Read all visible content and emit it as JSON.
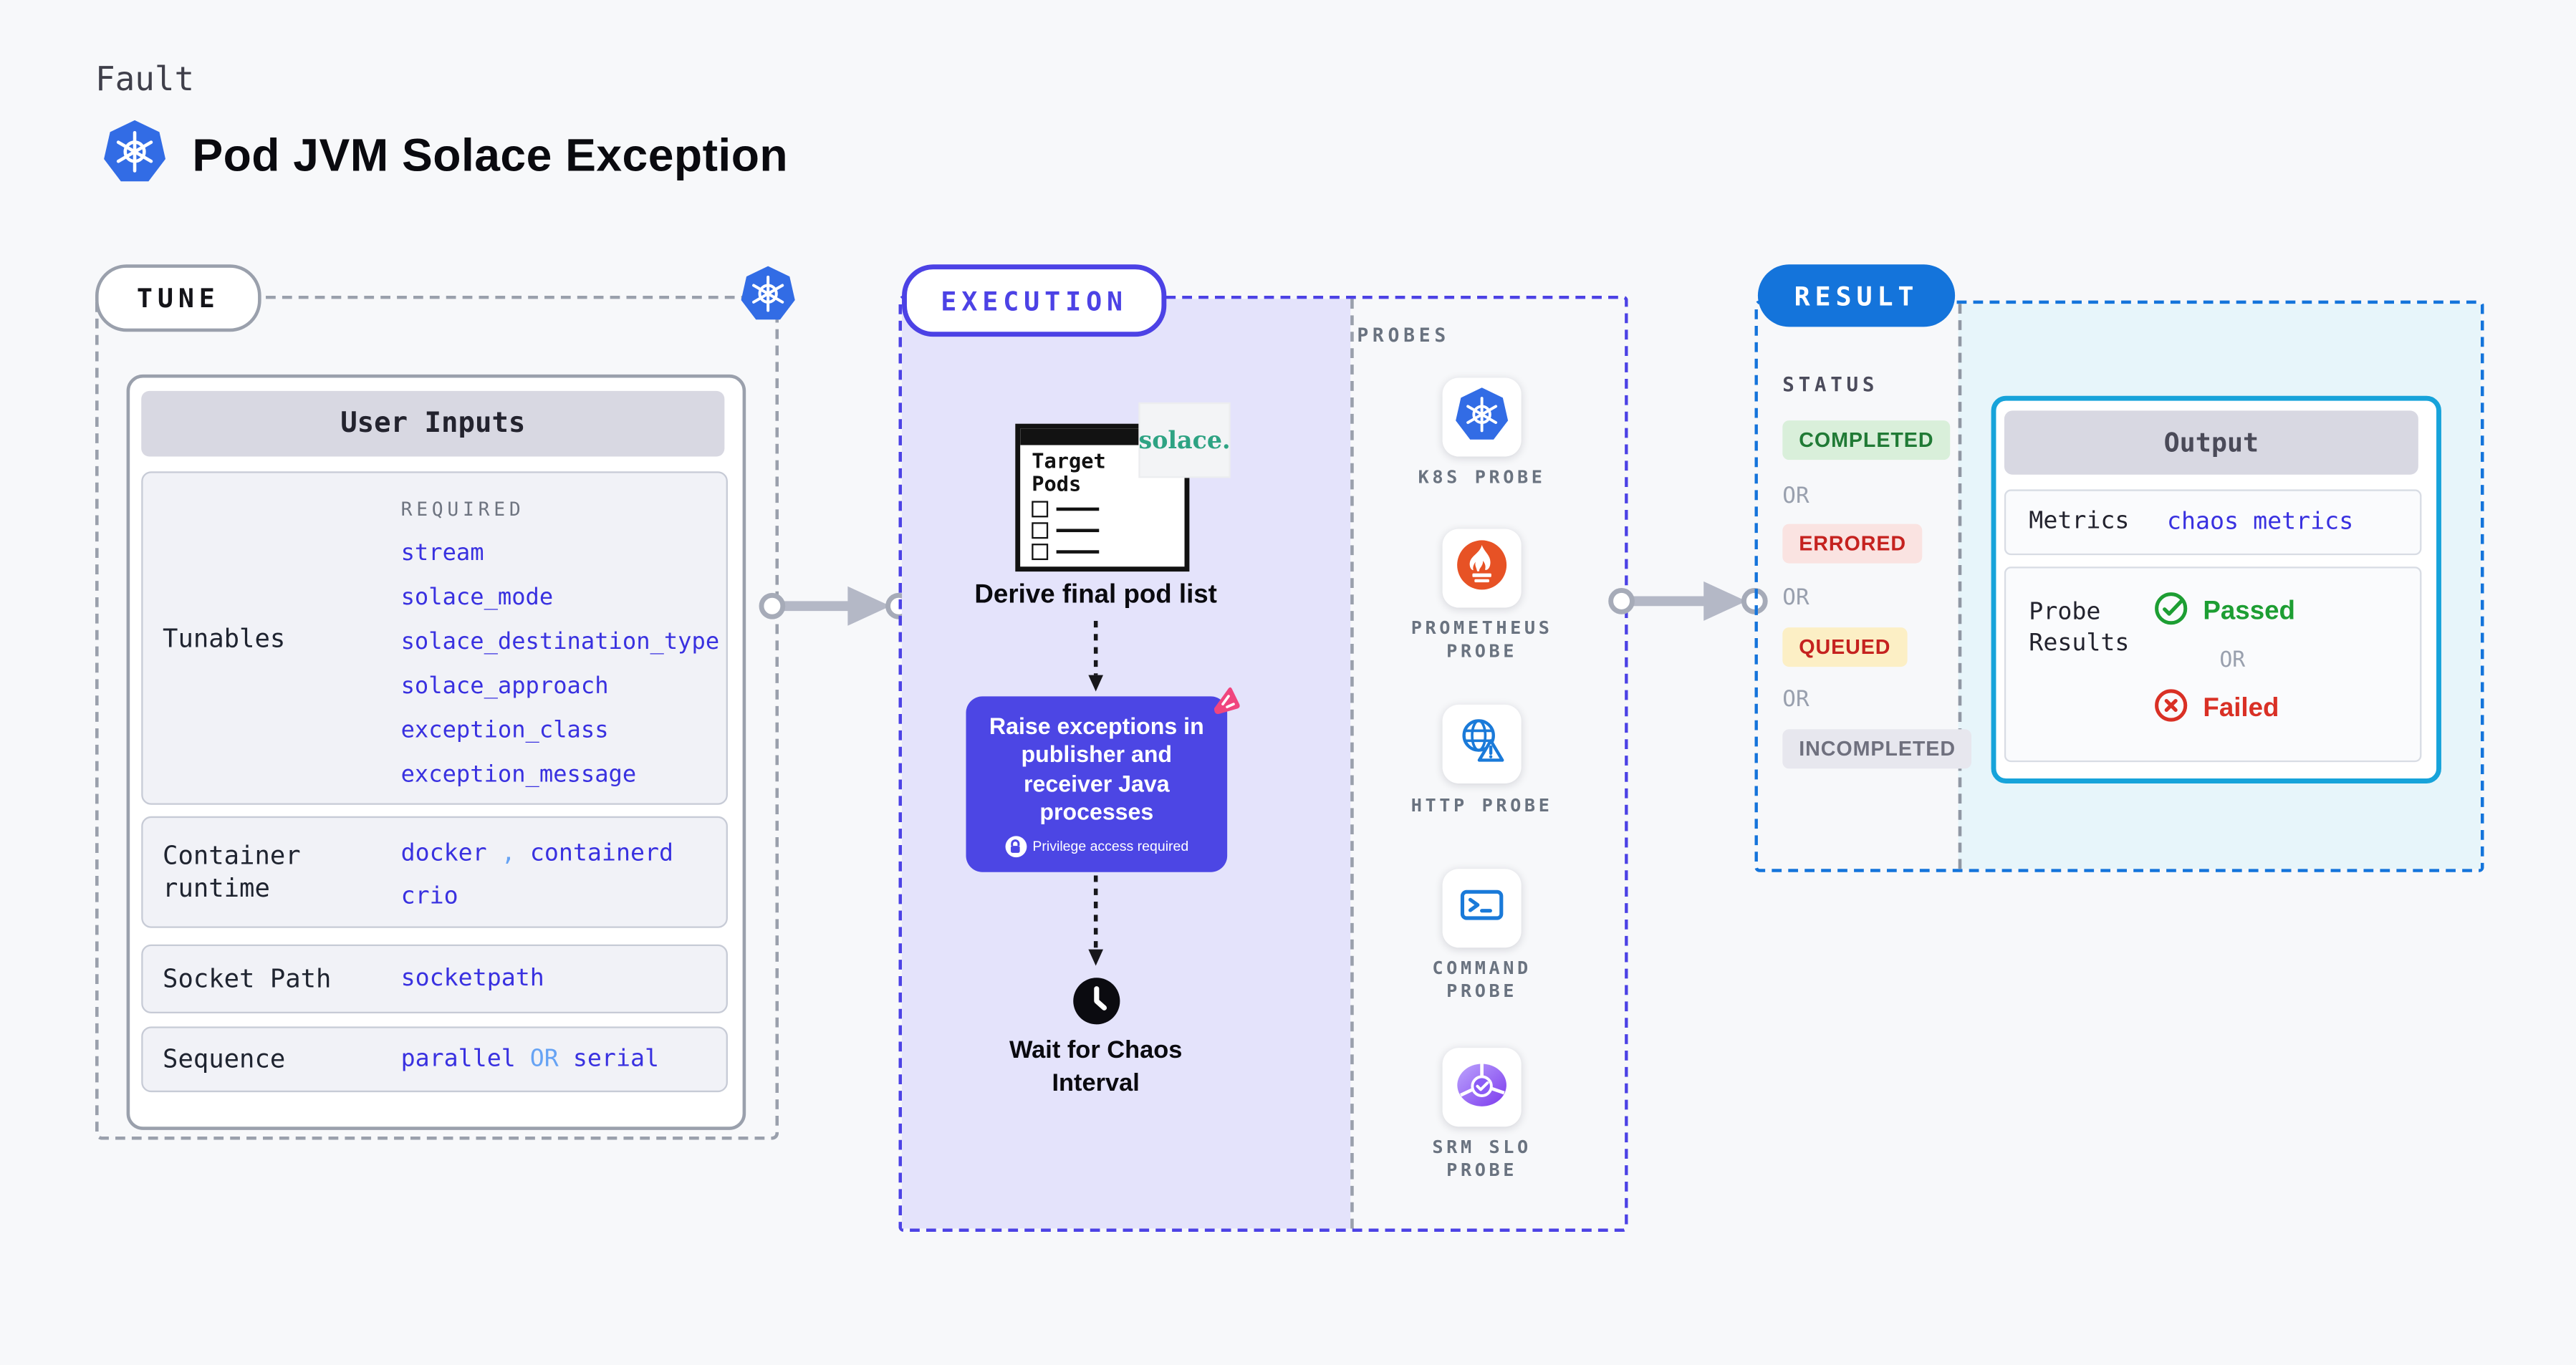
{
  "header": {
    "eyebrow": "Fault",
    "title": "Pod JVM Solace Exception"
  },
  "tune": {
    "badge": "TUNE",
    "panel_header": "User Inputs",
    "tunables": {
      "label": "Tunables",
      "required": "REQUIRED",
      "values": [
        "stream",
        "solace_mode",
        "solace_destination_type",
        "solace_approach",
        "exception_class",
        "exception_message"
      ]
    },
    "container_runtime": {
      "label": "Container runtime",
      "value1": "docker",
      "separator": ",",
      "value2": "containerd",
      "value3": "crio"
    },
    "socket_path": {
      "label": "Socket Path",
      "value": "socketpath"
    },
    "sequence": {
      "label": "Sequence",
      "value1": "parallel",
      "or": "OR",
      "value2": "serial"
    }
  },
  "execution": {
    "badge": "EXECUTION",
    "target_pods_title": "Target Pods",
    "solace_logo": "solace.",
    "derive_label": "Derive final pod list",
    "action_text": "Raise exceptions in publisher and receiver Java processes",
    "privilege_note": "Privilege access required",
    "wait_label": "Wait for Chaos Interval",
    "probes_label": "PROBES",
    "probes": [
      {
        "label": "K8S PROBE",
        "icon": "kubernetes-icon"
      },
      {
        "label": "PROMETHEUS PROBE",
        "icon": "prometheus-icon"
      },
      {
        "label": "HTTP PROBE",
        "icon": "globe-alert-icon"
      },
      {
        "label": "COMMAND PROBE",
        "icon": "terminal-icon"
      },
      {
        "label": "SRM SLO PROBE",
        "icon": "slo-pie-icon"
      }
    ]
  },
  "result": {
    "badge": "RESULT",
    "status": {
      "label": "STATUS",
      "completed": "COMPLETED",
      "errored": "ERRORED",
      "queued": "QUEUED",
      "incompleted": "INCOMPLETED",
      "or": "OR"
    },
    "output": {
      "header": "Output",
      "metrics_label": "Metrics",
      "metrics_value": "chaos metrics",
      "probe_results_label": "Probe Results",
      "passed": "Passed",
      "or": "OR",
      "failed": "Failed"
    }
  },
  "colors": {
    "kubernetes_blue": "#326CE5",
    "execution_indigo": "#4C42E5",
    "result_blue": "#1474DB",
    "value_blue": "#3931E0",
    "passed_green": "#1D9E33",
    "failed_red": "#D93025",
    "prometheus_orange": "#E75225",
    "pink_accent": "#F0457E"
  }
}
